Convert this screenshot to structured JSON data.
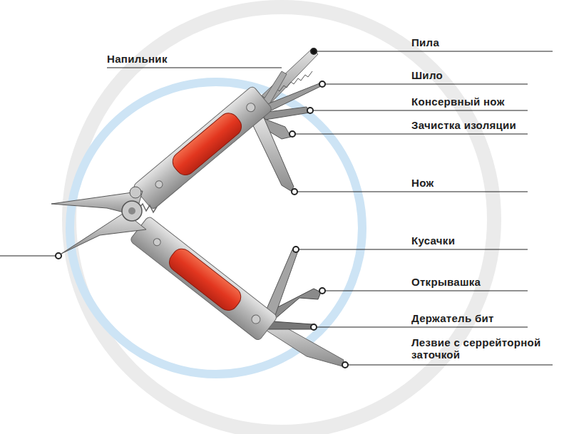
{
  "diagram": {
    "labels": [
      "Пила",
      "Напильник",
      "Шило",
      "Консервный нож",
      "Зачистка изоляции",
      "Нож",
      "Кусачки",
      "Открывашка",
      "Держатель бит",
      "Лезвие с серрейторной заточкой"
    ]
  }
}
